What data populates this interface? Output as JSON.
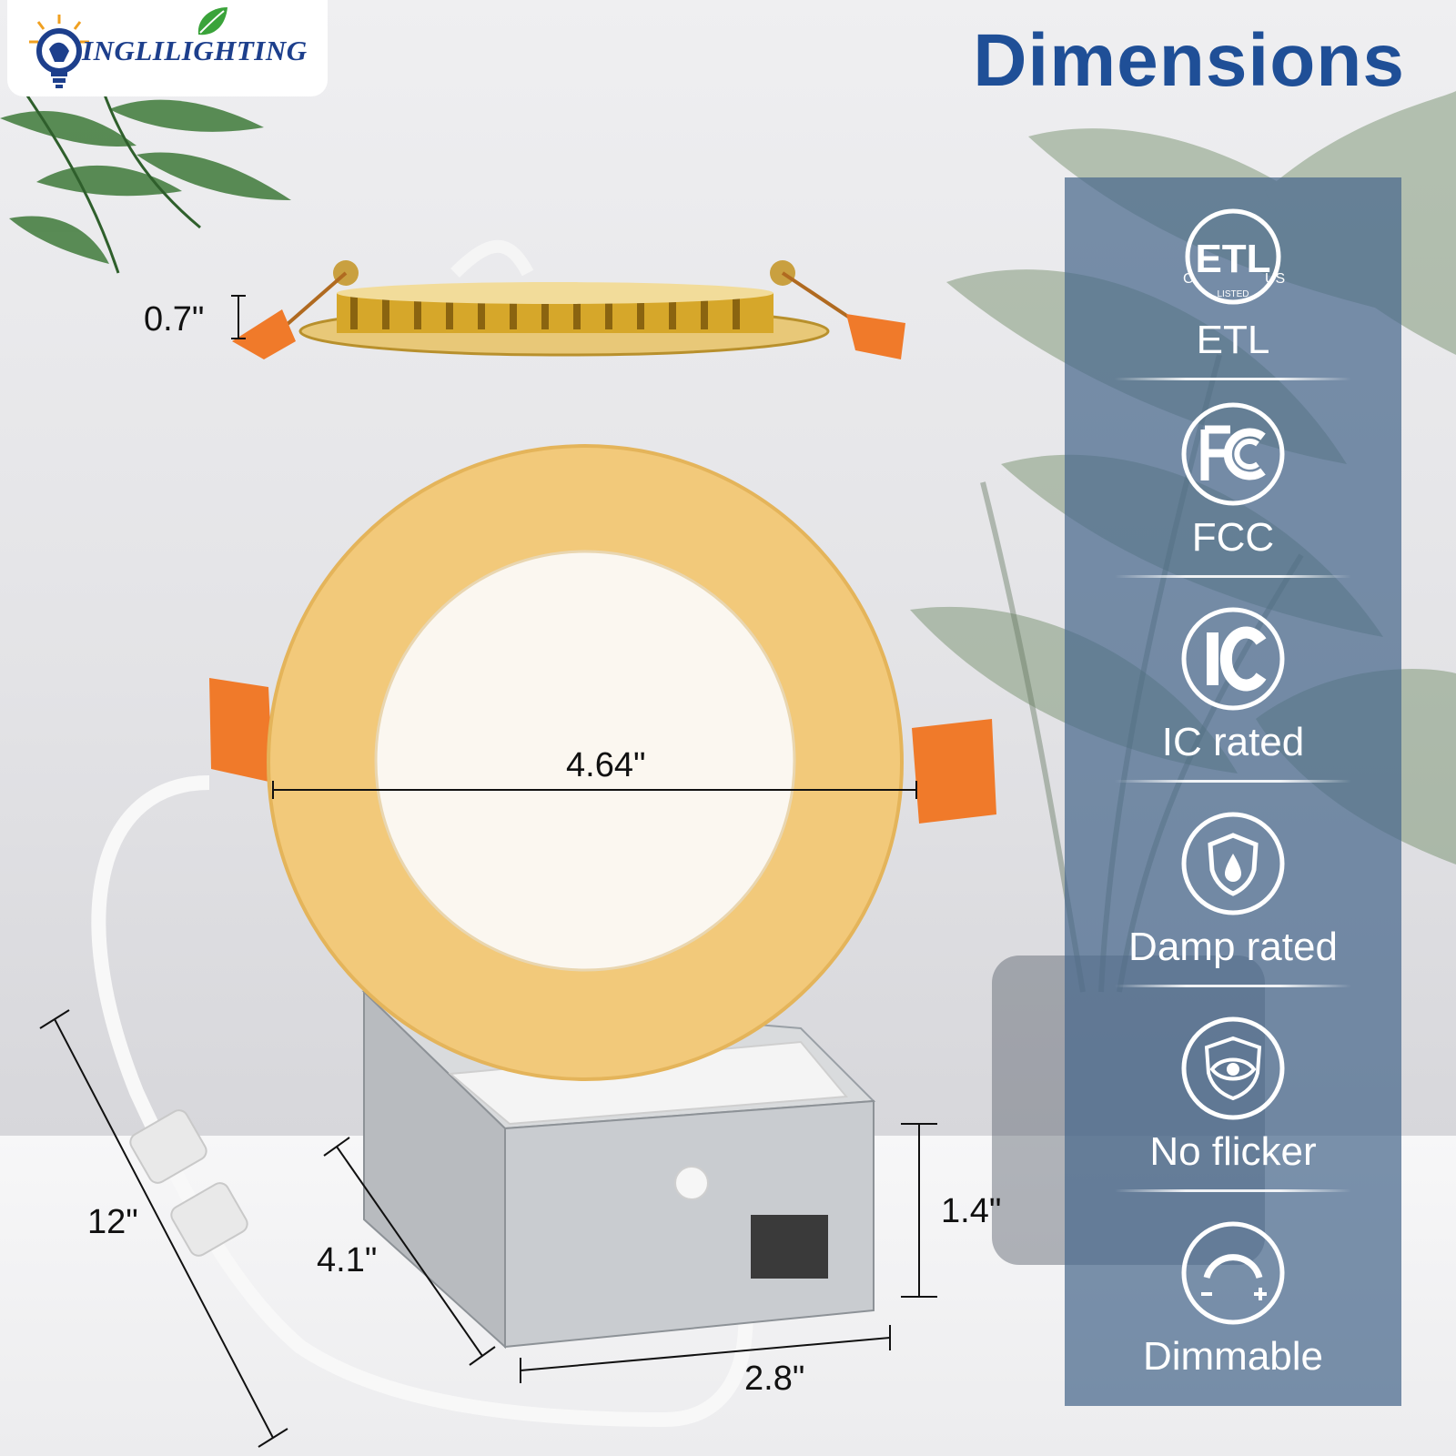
{
  "brand": {
    "name": "INGLILIGHTING"
  },
  "header": {
    "title": "Dimensions"
  },
  "dimensions": {
    "thickness": "0.7\"",
    "diameter": "4.64\"",
    "cable_length": "12\"",
    "box_depth": "4.1\"",
    "box_height": "1.4\"",
    "box_width": "2.8\""
  },
  "certifications": [
    {
      "label": "ETL",
      "icon": "etl-listed-icon"
    },
    {
      "label": "FCC",
      "icon": "fcc-icon"
    },
    {
      "label": "IC rated",
      "icon": "ic-icon"
    },
    {
      "label": "Damp rated",
      "icon": "damp-rated-icon"
    },
    {
      "label": "No flicker",
      "icon": "no-flicker-eye-icon"
    },
    {
      "label": "Dimmable",
      "icon": "dimmable-icon"
    }
  ],
  "etl_marks": {
    "left": "C",
    "right": "US",
    "sub": "LISTED"
  },
  "colors": {
    "title": "#1f4f97",
    "panel": "#48688c",
    "trim": "#f0c878",
    "clip": "#f07a2a"
  }
}
